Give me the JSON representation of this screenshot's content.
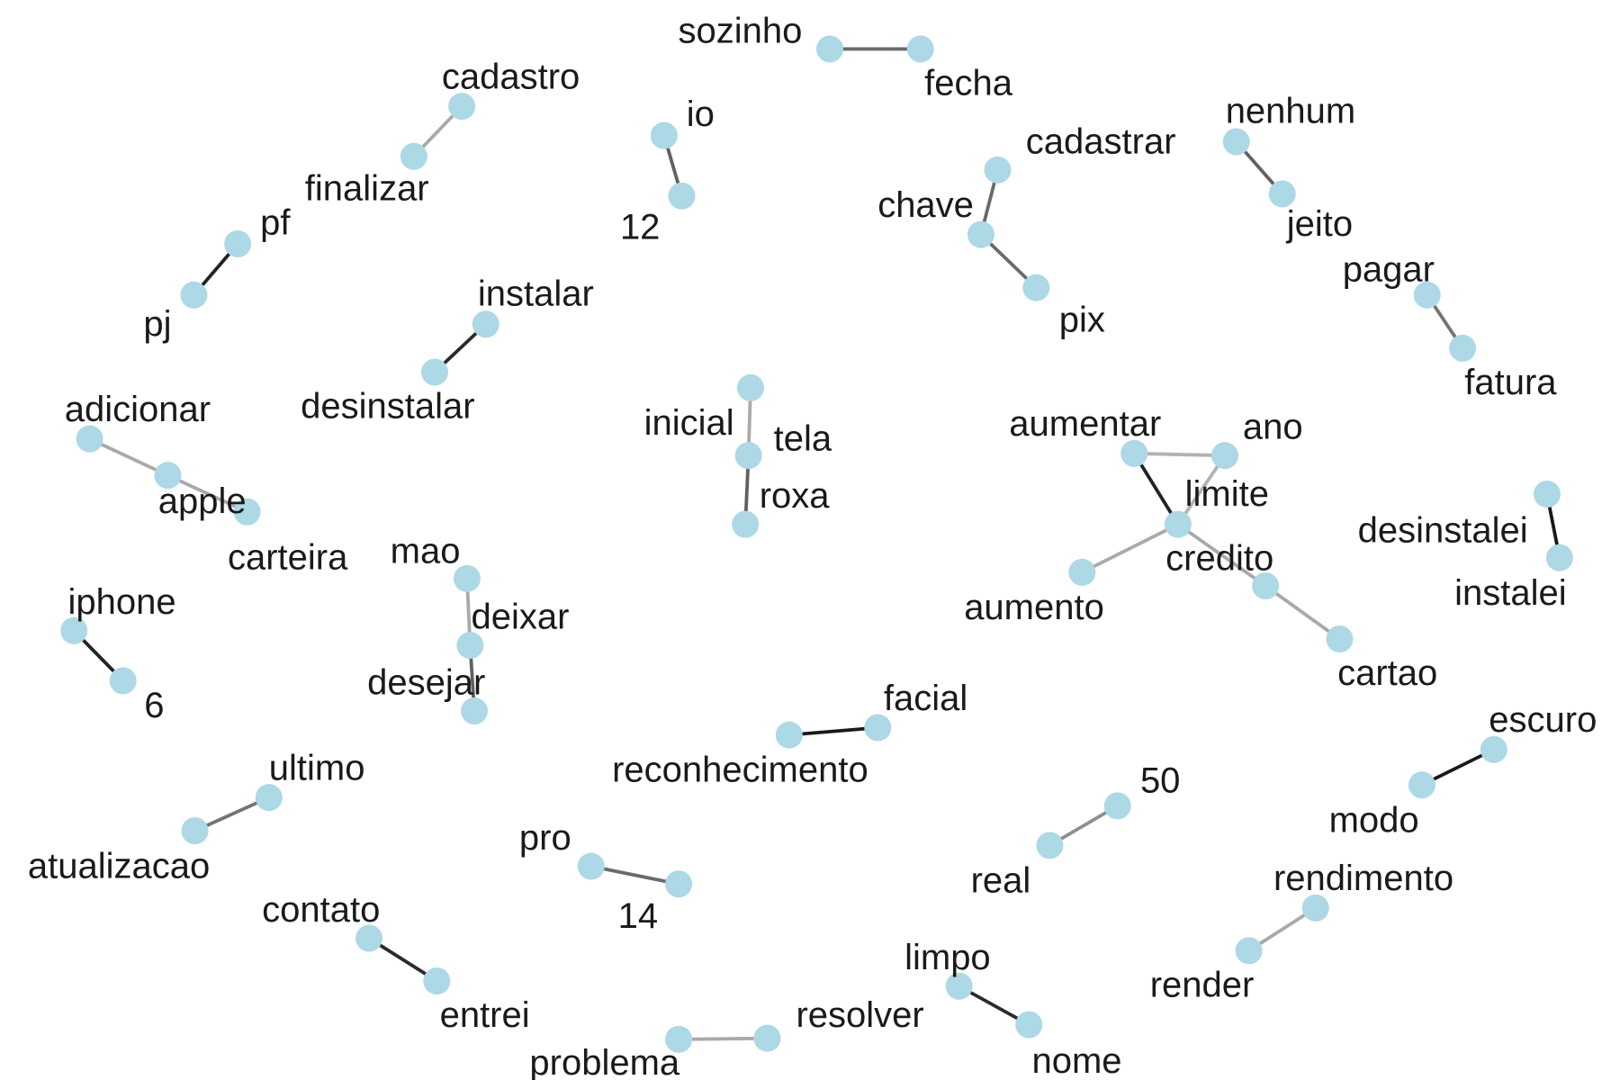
{
  "chart_data": {
    "type": "network",
    "node_color": "#add8e6",
    "nodes": [
      {
        "id": "sozinho"
      },
      {
        "id": "fecha"
      },
      {
        "id": "cadastro"
      },
      {
        "id": "finalizar"
      },
      {
        "id": "io"
      },
      {
        "id": "12"
      },
      {
        "id": "cadastrar"
      },
      {
        "id": "chave"
      },
      {
        "id": "pix"
      },
      {
        "id": "nenhum"
      },
      {
        "id": "jeito"
      },
      {
        "id": "pf"
      },
      {
        "id": "pj"
      },
      {
        "id": "pagar"
      },
      {
        "id": "fatura"
      },
      {
        "id": "instalar"
      },
      {
        "id": "desinstalar"
      },
      {
        "id": "adicionar"
      },
      {
        "id": "apple"
      },
      {
        "id": "carteira"
      },
      {
        "id": "inicial"
      },
      {
        "id": "tela"
      },
      {
        "id": "roxa"
      },
      {
        "id": "aumentar"
      },
      {
        "id": "ano"
      },
      {
        "id": "limite"
      },
      {
        "id": "aumento"
      },
      {
        "id": "credito"
      },
      {
        "id": "cartao"
      },
      {
        "id": "desinstalei"
      },
      {
        "id": "instalei"
      },
      {
        "id": "iphone"
      },
      {
        "id": "6"
      },
      {
        "id": "mao"
      },
      {
        "id": "deixar"
      },
      {
        "id": "desejar"
      },
      {
        "id": "facial"
      },
      {
        "id": "reconhecimento"
      },
      {
        "id": "escuro"
      },
      {
        "id": "modo"
      },
      {
        "id": "ultimo"
      },
      {
        "id": "atualizacao"
      },
      {
        "id": "50"
      },
      {
        "id": "real"
      },
      {
        "id": "pro"
      },
      {
        "id": "14"
      },
      {
        "id": "rendimento"
      },
      {
        "id": "render"
      },
      {
        "id": "contato"
      },
      {
        "id": "entrei"
      },
      {
        "id": "limpo"
      },
      {
        "id": "nome"
      },
      {
        "id": "resolver"
      },
      {
        "id": "problema"
      }
    ],
    "edges": [
      {
        "source": "sozinho",
        "target": "fecha",
        "strength": 0.55
      },
      {
        "source": "cadastro",
        "target": "finalizar",
        "strength": 0.2
      },
      {
        "source": "io",
        "target": "12",
        "strength": 0.6
      },
      {
        "source": "cadastrar",
        "target": "chave",
        "strength": 0.55
      },
      {
        "source": "chave",
        "target": "pix",
        "strength": 0.55
      },
      {
        "source": "nenhum",
        "target": "jeito",
        "strength": 0.6
      },
      {
        "source": "pf",
        "target": "pj",
        "strength": 0.95
      },
      {
        "source": "pagar",
        "target": "fatura",
        "strength": 0.5
      },
      {
        "source": "instalar",
        "target": "desinstalar",
        "strength": 0.9
      },
      {
        "source": "adicionar",
        "target": "apple",
        "strength": 0.2
      },
      {
        "source": "apple",
        "target": "carteira",
        "strength": 0.2
      },
      {
        "source": "inicial",
        "target": "tela",
        "strength": 0.2
      },
      {
        "source": "tela",
        "target": "roxa",
        "strength": 0.6
      },
      {
        "source": "aumentar",
        "target": "ano",
        "strength": 0.15
      },
      {
        "source": "aumentar",
        "target": "limite",
        "strength": 0.95
      },
      {
        "source": "ano",
        "target": "limite",
        "strength": 0.15
      },
      {
        "source": "limite",
        "target": "aumento",
        "strength": 0.2
      },
      {
        "source": "limite",
        "target": "credito",
        "strength": 0.2
      },
      {
        "source": "credito",
        "target": "cartao",
        "strength": 0.2
      },
      {
        "source": "desinstalei",
        "target": "instalei",
        "strength": 1.0
      },
      {
        "source": "iphone",
        "target": "6",
        "strength": 0.95
      },
      {
        "source": "mao",
        "target": "deixar",
        "strength": 0.2
      },
      {
        "source": "deixar",
        "target": "desejar",
        "strength": 0.6
      },
      {
        "source": "facial",
        "target": "reconhecimento",
        "strength": 1.0
      },
      {
        "source": "escuro",
        "target": "modo",
        "strength": 1.0
      },
      {
        "source": "ultimo",
        "target": "atualizacao",
        "strength": 0.5
      },
      {
        "source": "50",
        "target": "real",
        "strength": 0.35
      },
      {
        "source": "pro",
        "target": "14",
        "strength": 0.55
      },
      {
        "source": "rendimento",
        "target": "render",
        "strength": 0.2
      },
      {
        "source": "contato",
        "target": "entrei",
        "strength": 0.9
      },
      {
        "source": "limpo",
        "target": "nome",
        "strength": 0.9
      },
      {
        "source": "resolver",
        "target": "problema",
        "strength": 0.2
      }
    ]
  }
}
